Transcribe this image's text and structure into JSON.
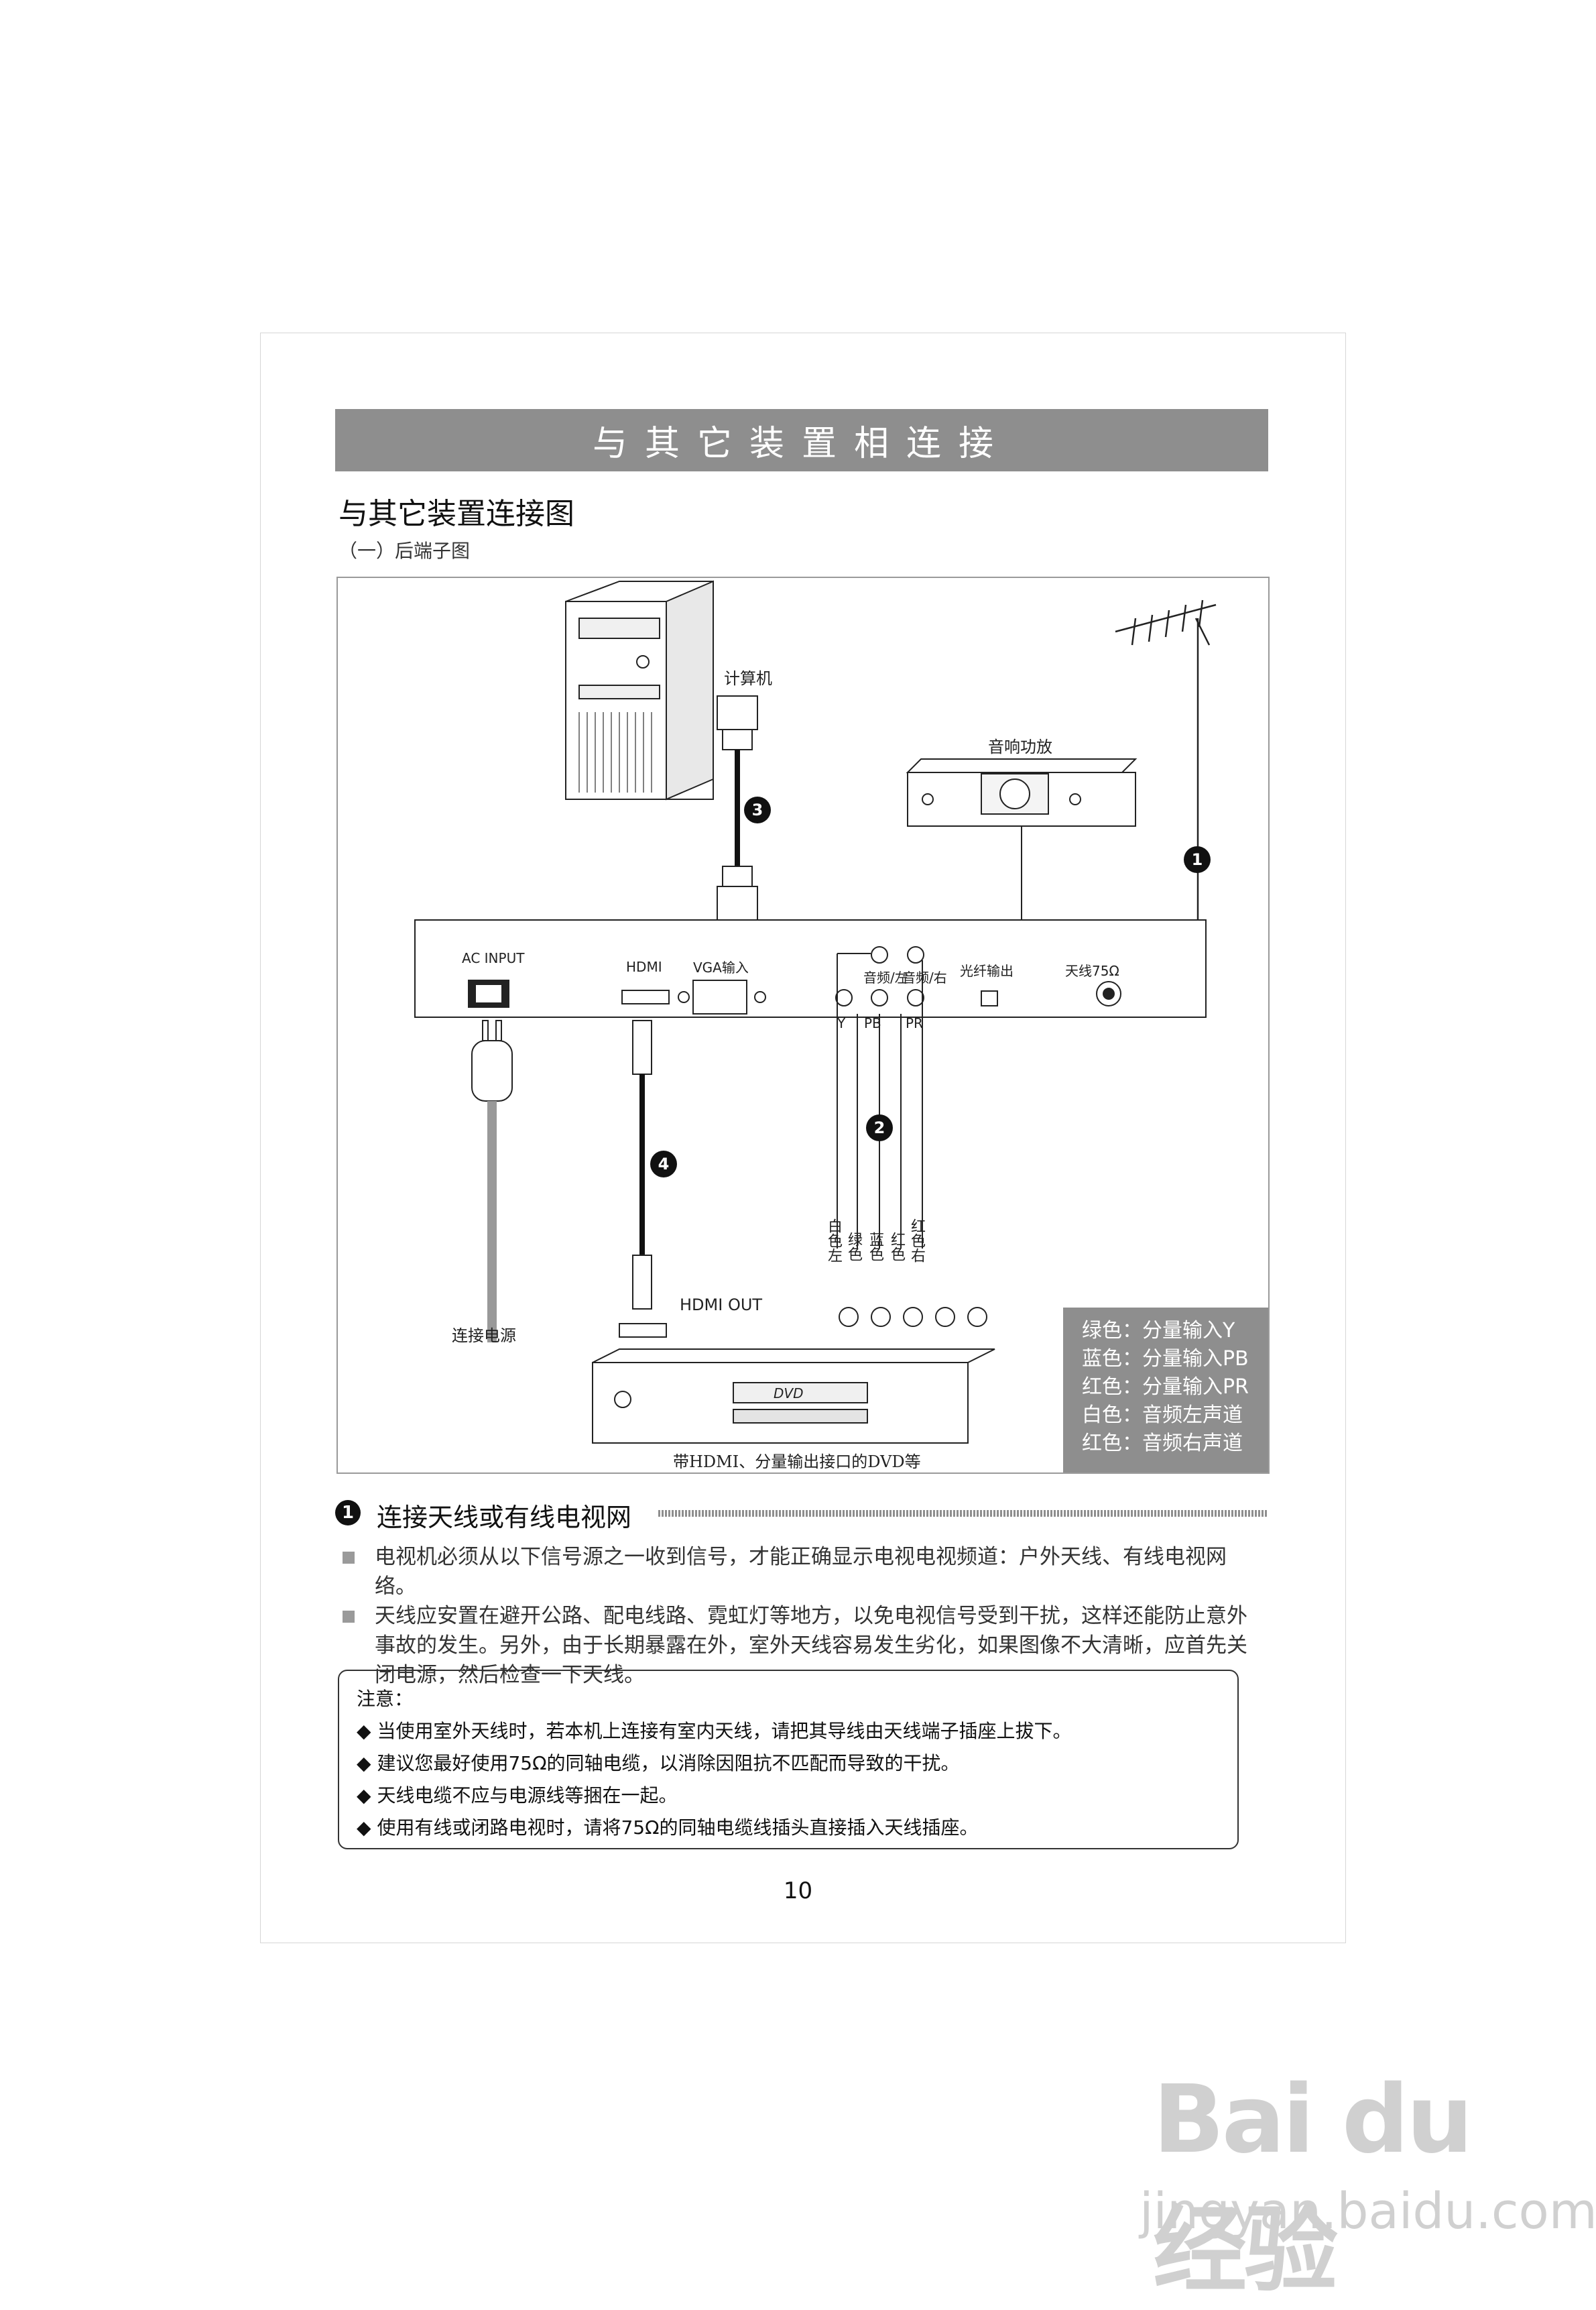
{
  "header": {
    "title": "与其它装置相连接"
  },
  "section_main": {
    "heading": "与其它装置连接图",
    "sub": "（一）后端子图"
  },
  "diagram": {
    "computer_label": "计算机",
    "amp_label": "音响功放",
    "ac_input": "AC INPUT",
    "hdmi": "HDMI",
    "vga_input": "VGA输入",
    "audio_left": "音频/左",
    "audio_right": "音频/右",
    "y_label": "Y",
    "pb_label": "PB",
    "pr_label": "PR",
    "optical_out": "光纤输出",
    "antenna": "天线75Ω",
    "power_label": "连接电源",
    "hdmi_out": "HDMI OUT",
    "dvd_caption": "带HDMI、分量输出接口的DVD等",
    "dvd_logo": "DVD",
    "plug_white_left": "白色左",
    "plug_green": "绿色",
    "plug_blue": "蓝色",
    "plug_red": "红色",
    "plug_red_right": "红色右",
    "badges": [
      "1",
      "2",
      "3",
      "4"
    ]
  },
  "legend": [
    "绿色：分量输入Y",
    "蓝色：分量输入PB",
    "红色：分量输入PR",
    "白色：音频左声道",
    "红色：音频右声道"
  ],
  "section1": {
    "number": "1",
    "title": "连接天线或有线电视网",
    "bullets": [
      "电视机必须从以下信号源之一收到信号，才能正确显示电视电视频道：户外天线、有线电视网络。",
      "天线应安置在避开公路、配电线路、霓虹灯等地方，以免电视信号受到干扰，这样还能防止意外事故的发生。另外，由于长期暴露在外，室外天线容易发生劣化，如果图像不大清晰，应首先关闭电源，然后检查一下天线。"
    ]
  },
  "note": {
    "title": "注意：",
    "items": [
      "当使用室外天线时，若本机上连接有室内天线，请把其导线由天线端子插座上拔下。",
      "建议您最好使用75Ω的同轴电缆，以消除因阻抗不匹配而导致的干扰。",
      "天线电缆不应与电源线等捆在一起。",
      "使用有线或闭路电视时，请将75Ω的同轴电缆线插头直接插入天线插座。"
    ]
  },
  "page_number": "10",
  "watermark": {
    "logo": "Bai du 经验",
    "url": "jingyan.baidu.com"
  }
}
